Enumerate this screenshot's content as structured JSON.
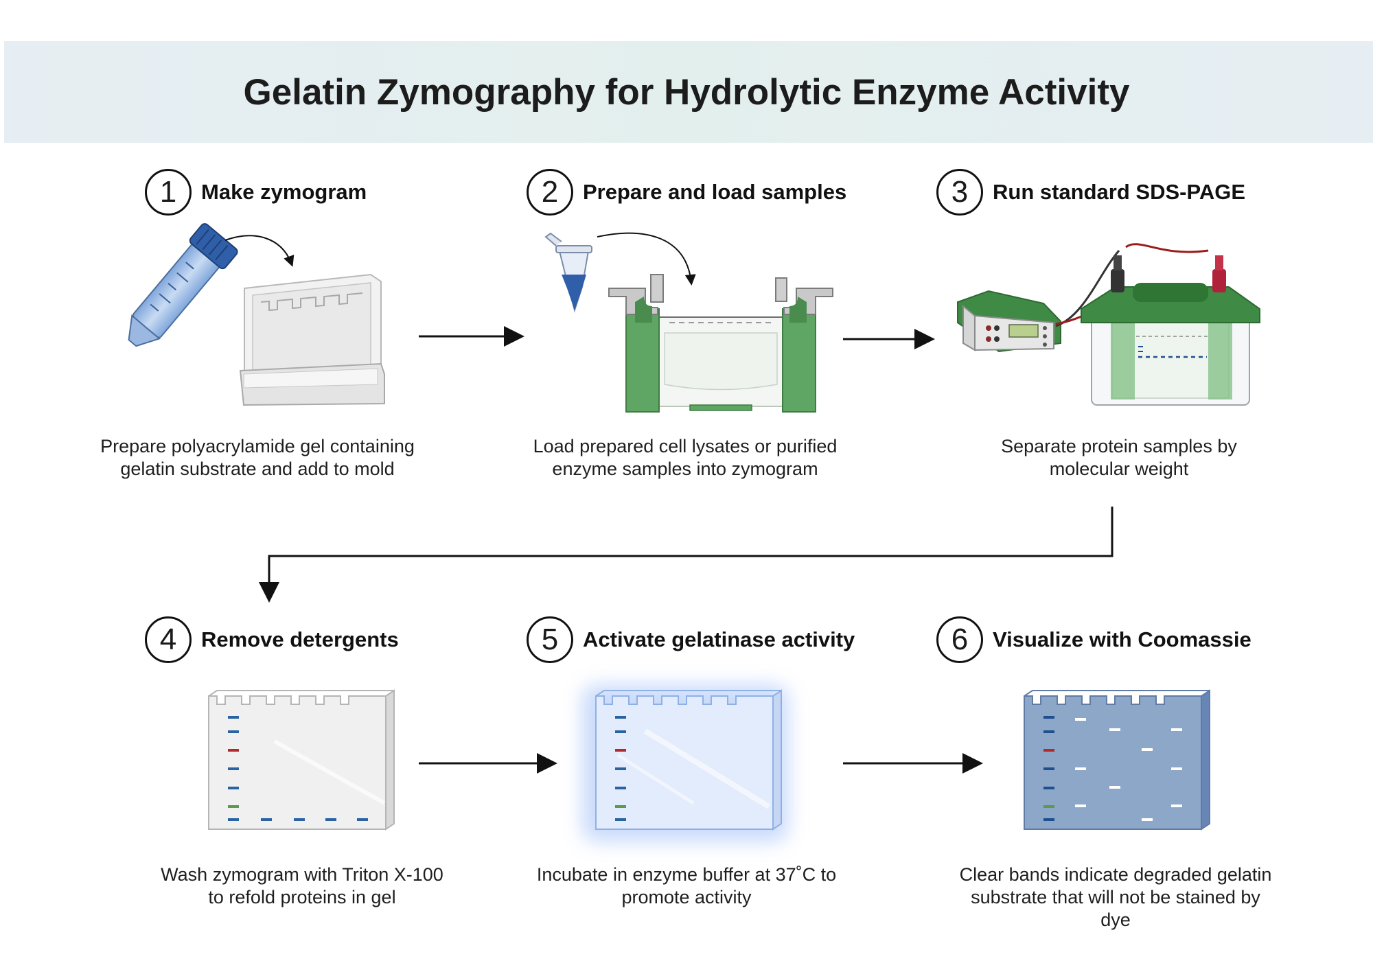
{
  "title": "Gelatin Zymography for Hydrolytic Enzyme Activity",
  "steps": [
    {
      "number": "1",
      "title": "Make zymogram",
      "description": "Prepare polyacrylamide gel containing gelatin substrate and add to mold"
    },
    {
      "number": "2",
      "title": "Prepare and load samples",
      "description": "Load prepared cell lysates or purified enzyme samples into zymogram"
    },
    {
      "number": "3",
      "title": "Run standard SDS-PAGE",
      "description": "Separate protein samples by molecular weight"
    },
    {
      "number": "4",
      "title": "Remove detergents",
      "description": "Wash zymogram with Triton X-100 to refold proteins in gel"
    },
    {
      "number": "5",
      "title": "Activate gelatinase activity",
      "description": "Incubate in enzyme buffer at 37˚C to promote activity"
    },
    {
      "number": "6",
      "title": "Visualize with Coomassie",
      "description": "Clear bands indicate degraded gelatin substrate that will not be stained by dye"
    }
  ],
  "colors": {
    "banner": "#e4eef2",
    "tank_green": "#5fa563",
    "tube_blue": "#2f5fa8",
    "band_blue": "#2a64a0",
    "band_red": "#b22a2a",
    "band_green": "#5c9a4e",
    "stained_gel": "#8da7c9",
    "active_gel": "#dde8fb"
  }
}
